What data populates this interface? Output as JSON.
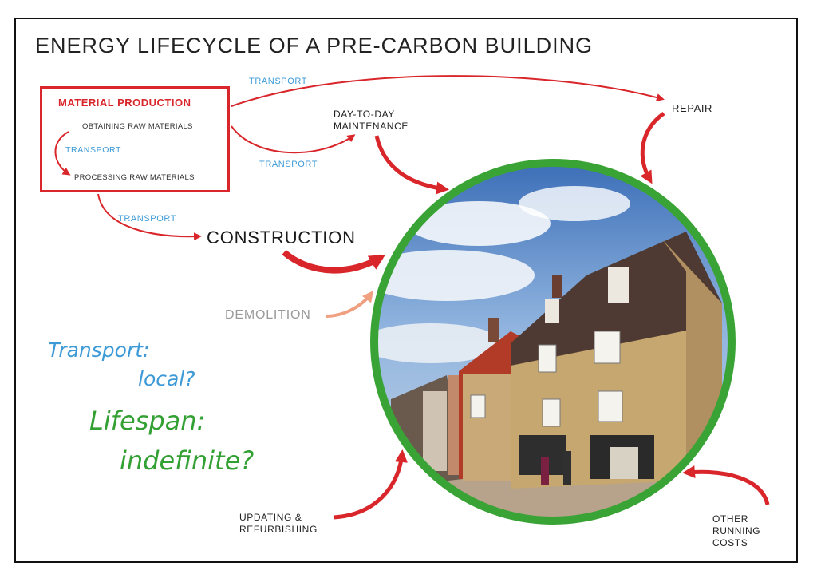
{
  "title": "ENERGY LIFECYCLE OF A PRE-CARBON BUILDING",
  "material_production": {
    "title": "MATERIAL PRODUCTION",
    "step1": "OBTAINING RAW MATERIALS",
    "transport": "TRANSPORT",
    "step2": "PROCESSING RAW MATERIALS"
  },
  "labels": {
    "transport_repair": "TRANSPORT",
    "transport_maintenance": "TRANSPORT",
    "transport_construction": "TRANSPORT",
    "repair": "REPAIR",
    "maintenance_line1": "DAY-TO-DAY",
    "maintenance_line2": "MAINTENANCE",
    "construction": "CONSTRUCTION",
    "demolition": "DEMOLITION",
    "updating_line1": "UPDATING &",
    "updating_line2": "REFURBISHING",
    "other_line1": "OTHER",
    "other_line2": "RUNNING",
    "other_line3": "COSTS"
  },
  "handwritten": {
    "transport_line1": "Transport:",
    "transport_line2": "local?",
    "lifespan_line1": "Lifespan:",
    "lifespan_line2": "indefinite?"
  },
  "colors": {
    "red": "#d9262b",
    "blue": "#3d9ad6",
    "green": "#33a033",
    "ring": "#3aa336",
    "demolition": "#f0a080"
  }
}
